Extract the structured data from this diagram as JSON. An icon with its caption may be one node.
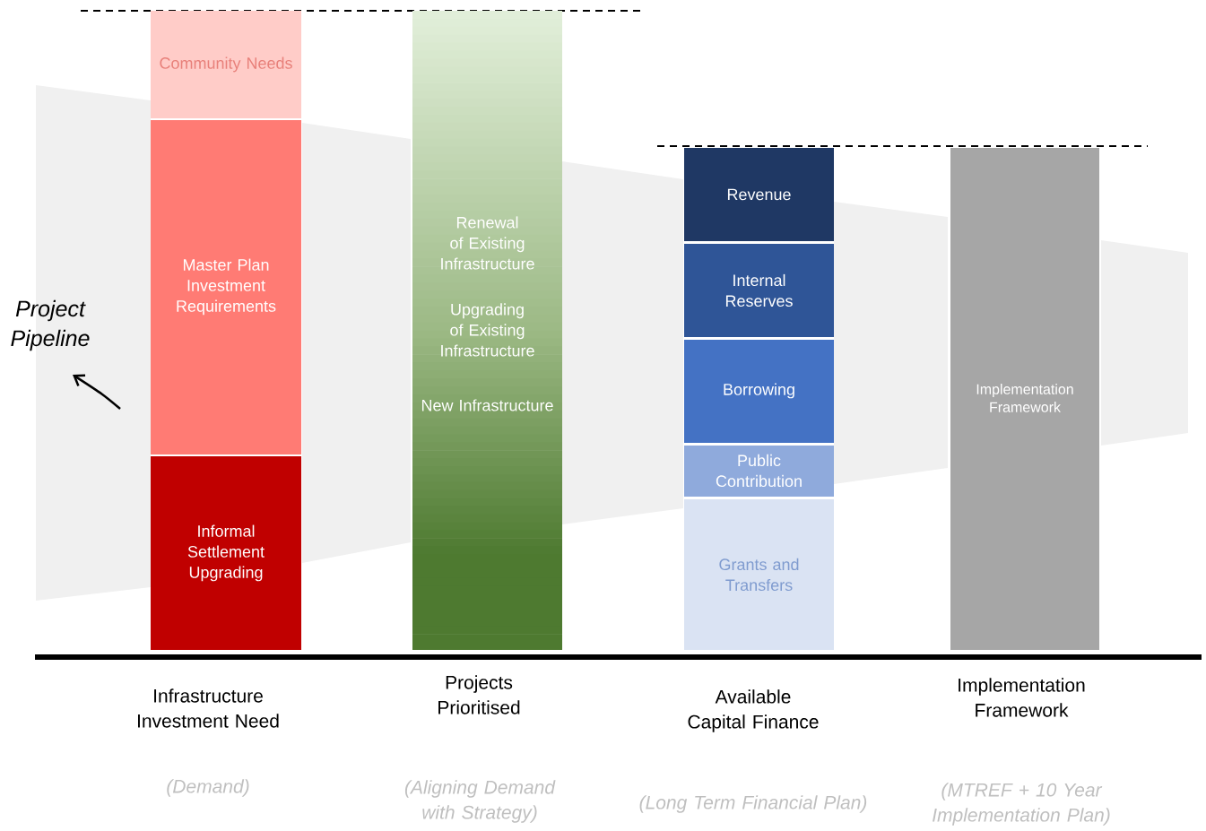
{
  "diagram": {
    "nodes": [
      {
        "text": [
          "Community Needs"
        ]
      },
      {
        "text": [
          "Master Plan Investment Requirements"
        ]
      },
      {
        "text": [
          "Informal Settlement Upgrading"
        ]
      },
      {
        "text": [
          "Renewal of Existing Infrastructure",
          "Upgrading of Existing Infrastructure",
          "New Infrastructure"
        ]
      },
      {
        "text": [
          "Revenue"
        ]
      },
      {
        "text": [
          "Internal Reserves"
        ]
      },
      {
        "text": [
          "Borrowing"
        ]
      },
      {
        "text": [
          "Public Contribution"
        ]
      },
      {
        "text": [
          "Grants and Transfers"
        ]
      },
      {
        "text": [
          "Implementation Framework"
        ]
      }
    ],
    "labels": [
      "Project Pipeline",
      "Infrastructure Investment Need",
      "(Demand)",
      "Projects Prioritised",
      "(Aligning Demand with Strategy)",
      "Available Capital Finance",
      "(Long Term Financial Plan)",
      "Implementation Framework",
      "(MTREF + 10 Year Implementation Plan)"
    ]
  }
}
